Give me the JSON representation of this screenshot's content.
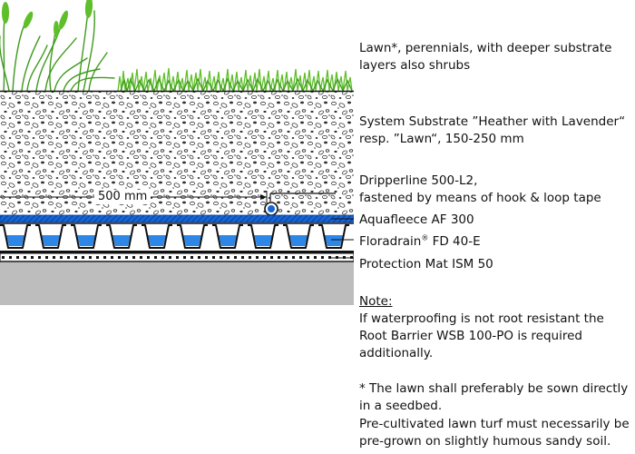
{
  "colors": {
    "lawn": "#5fbf2a",
    "lawn_dark": "#3f9a1e",
    "fleece": "#1565d8",
    "water": "#2e86e6",
    "protection": "#bdbdbd",
    "outline": "#111111"
  },
  "dimension": {
    "label": "500 mm"
  },
  "labels": {
    "vegetation": "Lawn*, perennials, with deeper substrate layers also shrubs",
    "substrate": "System Substrate ”Heather with Lavender“ resp. ”Lawn“, 150-250 mm",
    "dripperline_1": "Dripperline 500-L2,",
    "dripperline_2": "fastened by means of hook & loop tape",
    "aquafleece": "Aquafleece AF 300",
    "floradrain_name": "Floradrain",
    "floradrain_reg": "®",
    "floradrain_model": " FD 40-E",
    "protection": "Protection Mat ISM 50"
  },
  "note": {
    "heading": "Note:",
    "text": "If waterproofing is not root resistant the Root Barrier WSB 100-PO is required additionally.",
    "footnote_1": "* The lawn shall preferably be sown directly in a seedbed.",
    "footnote_2": "Pre-cultivated lawn turf must necessarily be pre-grown on slightly humous sandy soil."
  }
}
